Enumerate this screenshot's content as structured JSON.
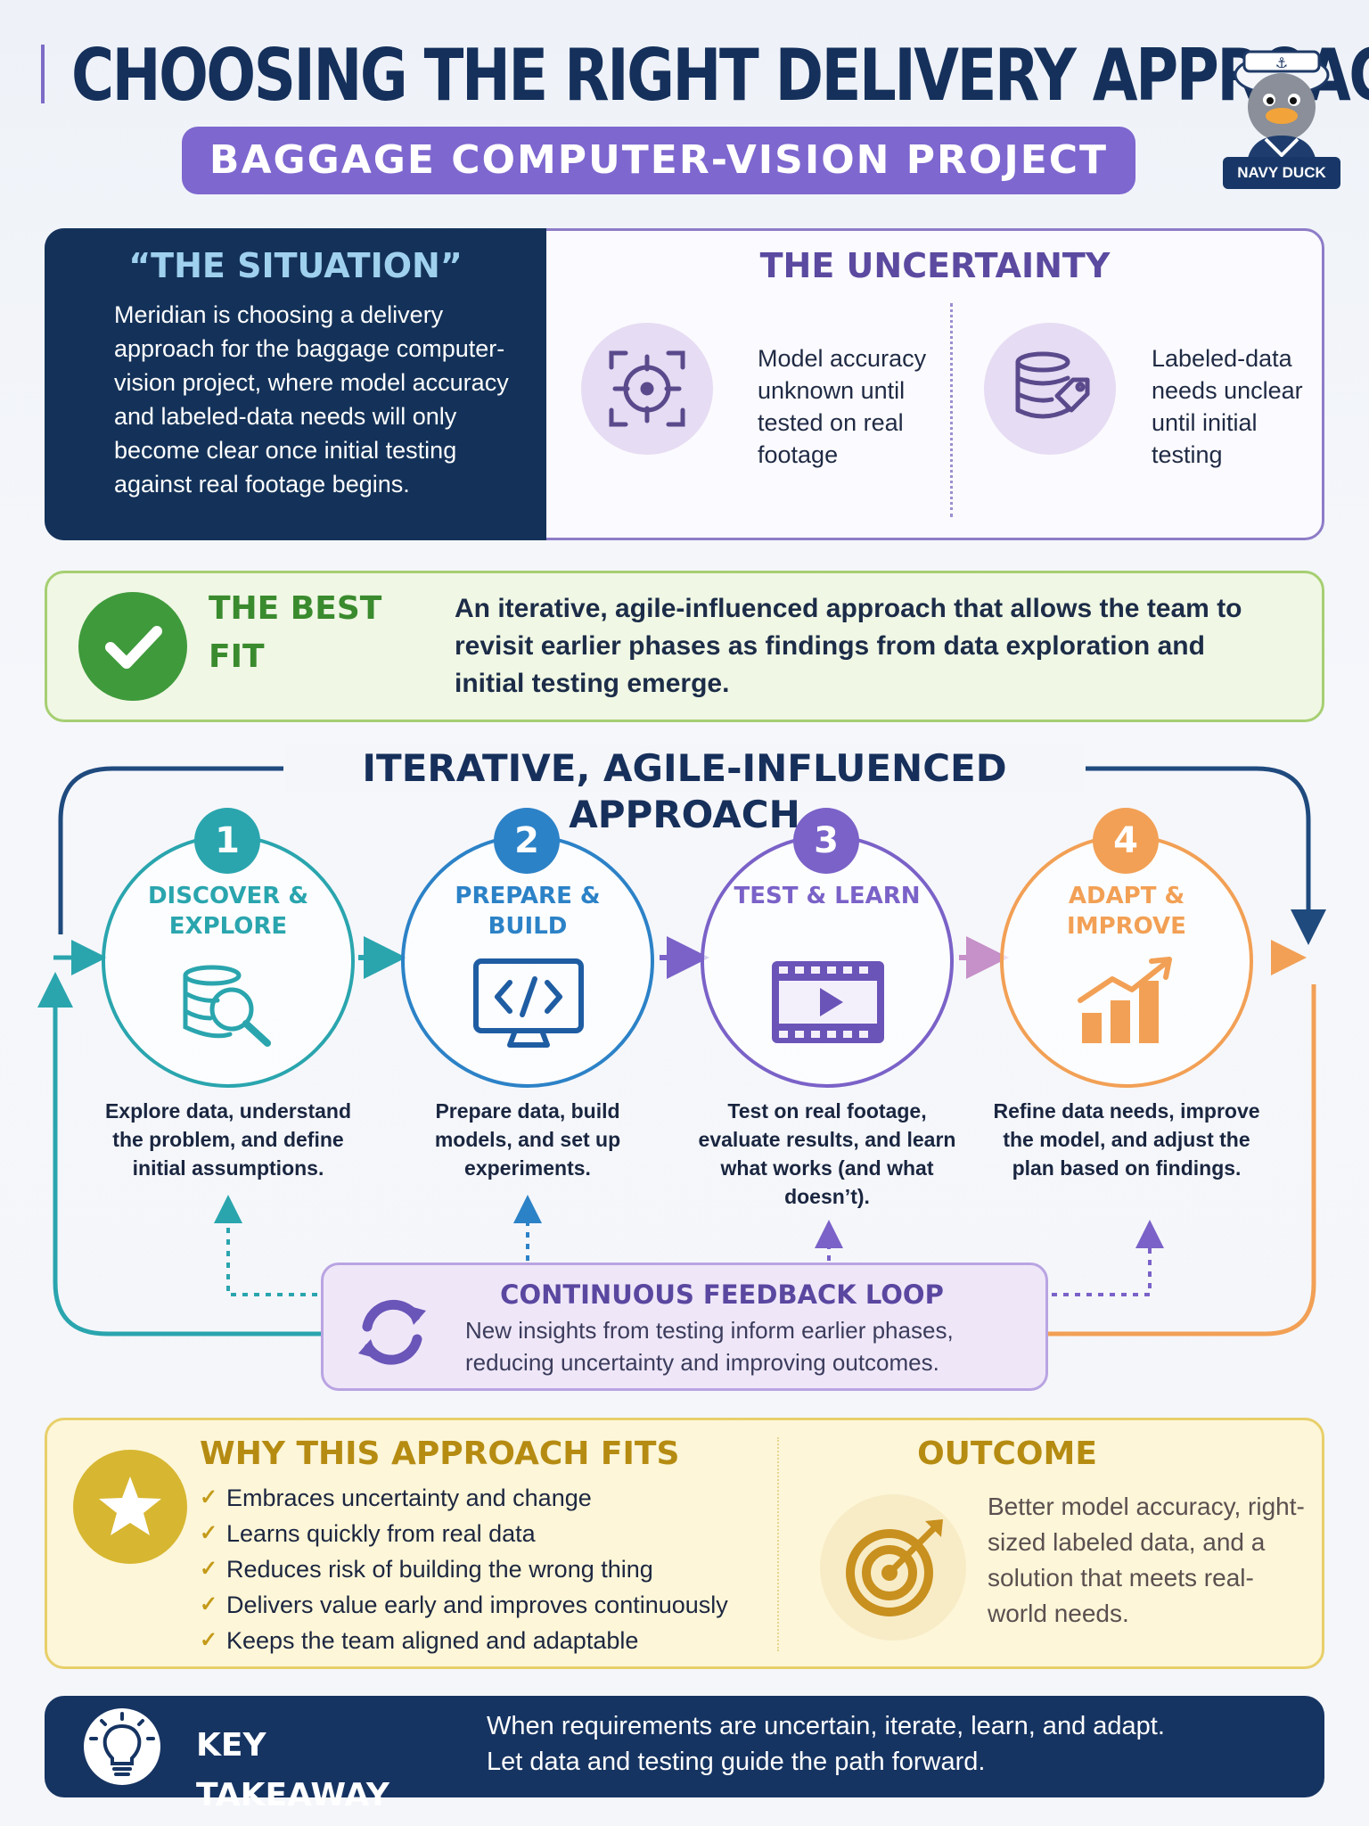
{
  "header": {
    "title": "CHOOSING THE RIGHT DELIVERY APPROACH",
    "subtitle": "BAGGAGE COMPUTER-VISION PROJECT",
    "mascot_label": "NAVY DUCK"
  },
  "situation": {
    "title": "“THE SITUATION”",
    "text": "Meridian is choosing a delivery approach for the baggage computer-vision project, where model accuracy and labeled-data needs will only become clear once initial testing against real footage begins."
  },
  "uncertainty": {
    "title": "THE UNCERTAINTY",
    "items": [
      {
        "icon": "crosshair-icon",
        "text": "Model accuracy unknown until tested on real footage"
      },
      {
        "icon": "database-tag-icon",
        "text": "Labeled-data needs unclear until initial testing"
      }
    ]
  },
  "best_fit": {
    "title": "THE BEST FIT",
    "text": "An iterative, agile-influenced approach that allows the team to revisit earlier phases as findings from data exploration and initial testing emerge."
  },
  "iterative": {
    "title": "ITERATIVE, AGILE-INFLUENCED APPROACH",
    "steps": [
      {
        "num": "1",
        "label": "DISCOVER & EXPLORE",
        "icon": "data-search-icon",
        "color": "#2aa5ae",
        "desc": "Explore data, understand the problem, and define initial assumptions."
      },
      {
        "num": "2",
        "label": "PREPARE & BUILD",
        "icon": "code-monitor-icon",
        "color": "#2c82c7",
        "desc": "Prepare data, build models, and set up experiments."
      },
      {
        "num": "3",
        "label": "TEST & LEARN",
        "icon": "film-play-icon",
        "color": "#7a62c8",
        "desc": "Test on real footage, evaluate results, and learn what works (and what doesn’t)."
      },
      {
        "num": "4",
        "label": "ADAPT & IMPROVE",
        "icon": "growth-chart-icon",
        "color": "#f2a055",
        "desc": "Refine data needs, improve the model, and adjust the plan based on findings."
      }
    ]
  },
  "feedback": {
    "title": "CONTINUOUS FEEDBACK LOOP",
    "text": "New insights from testing inform earlier phases, reducing uncertainty and improving outcomes."
  },
  "why": {
    "title": "WHY THIS APPROACH FITS",
    "items": [
      "Embraces uncertainty and change",
      "Learns quickly from real data",
      "Reduces risk of building the wrong thing",
      "Delivers value early and improves continuously",
      "Keeps the team aligned and adaptable"
    ]
  },
  "outcome": {
    "title": "OUTCOME",
    "text": "Better model accuracy, right-sized labeled data, and a solution that meets real-world needs."
  },
  "takeaway": {
    "title": "KEY TAKEAWAY",
    "line1": "When requirements are uncertain, iterate, learn, and adapt.",
    "line2": "Let data and testing guide the path forward."
  }
}
